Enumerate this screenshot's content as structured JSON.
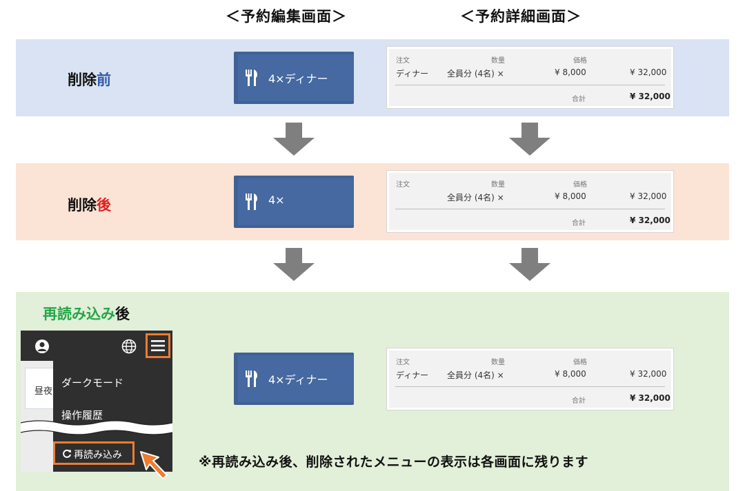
{
  "headers": {
    "edit_screen": "＜予約編集画面＞",
    "detail_screen": "＜予約詳細画面＞"
  },
  "colors": {
    "band_before": "#dae3f3",
    "band_after": "#fbe4d5",
    "band_reload": "#e2efd9",
    "before_accent": "#2e5aa8",
    "after_accent": "#e02020",
    "reload_accent": "#22a846",
    "highlight": "#ed7d31",
    "menu_card": "#4569a0"
  },
  "labels": {
    "before": {
      "main": "削除",
      "accent": "前"
    },
    "after": {
      "main": "削除",
      "accent": "後"
    },
    "reload": {
      "accent": "再読み込み",
      "main": "後"
    }
  },
  "menu_cards": {
    "before": {
      "icon": "fork-knife-icon",
      "text": "4×ディナー"
    },
    "after": {
      "icon": "fork-knife-icon",
      "text": "4×"
    },
    "reload": {
      "icon": "fork-knife-icon",
      "text": "4×ディナー"
    }
  },
  "detail_tables": {
    "headers": {
      "order": "注文",
      "quantity": "数量",
      "price": "価格"
    },
    "before": {
      "order": "ディナー",
      "quantity": "全員分 (4名) ×",
      "price": "¥ 8,000",
      "subtotal": "¥ 32,000",
      "total_label": "合計",
      "total": "¥ 32,000"
    },
    "after": {
      "order": "",
      "quantity": "全員分 (4名) ×",
      "price": "¥ 8,000",
      "subtotal": "¥ 32,000",
      "total_label": "合計",
      "total": "¥ 32,000"
    },
    "reload": {
      "order": "ディナー",
      "quantity": "全員分 (4名) ×",
      "price": "¥ 8,000",
      "subtotal": "¥ 32,000",
      "total_label": "合計",
      "total": "¥ 32,000"
    }
  },
  "phone": {
    "icons": {
      "user": "user-circle-icon",
      "globe": "globe-icon",
      "menu": "hamburger-menu-icon",
      "reload": "reload-icon",
      "cursor": "cursor-arrow-icon"
    },
    "side_text": "昼夜",
    "menu_items": {
      "dark_mode": "ダークモード",
      "history": "操作履歴",
      "reload": "再読み込み"
    }
  },
  "note": "※再読み込み後、削除されたメニューの表示は各画面に残ります"
}
